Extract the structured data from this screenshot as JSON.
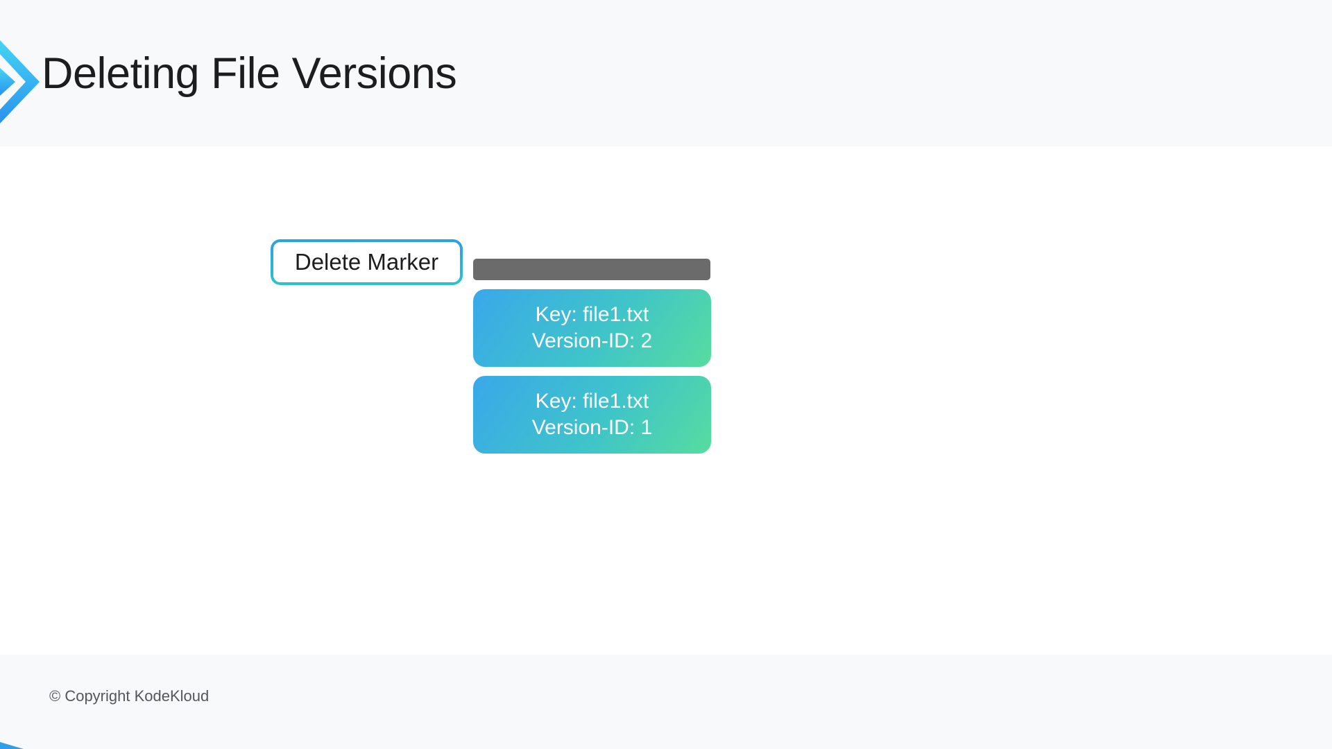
{
  "slide": {
    "title": "Deleting File Versions",
    "footer_copyright": "© Copyright KodeKloud"
  },
  "diagram": {
    "delete_marker_label": "Delete Marker",
    "version_objects": [
      {
        "key": "Key: file1.txt",
        "version": "Version-ID: 2"
      },
      {
        "key": "Key: file1.txt",
        "version": "Version-ID: 1"
      }
    ]
  },
  "icons": {
    "logo": "kodekloud-arrow-icon",
    "corner": "corner-accent-shape"
  },
  "colors": {
    "band_background": "#f8f9fb",
    "title_text": "#1d1d1f",
    "logo_gradient_top": "#44d4f4",
    "logo_gradient_bottom": "#2b92ee",
    "marker_border_top": "#2e9fe4",
    "marker_border_bottom": "#2cc2ce",
    "marker_bar_gray": "#6b6b6b",
    "box_gradient_start": "#39a8ea",
    "box_gradient_mid": "#3fc4c9",
    "box_gradient_end": "#57dca0",
    "box_text": "#ffffff",
    "footer_text": "#55565a",
    "corner_accent_blue": "#2f9fe6"
  }
}
